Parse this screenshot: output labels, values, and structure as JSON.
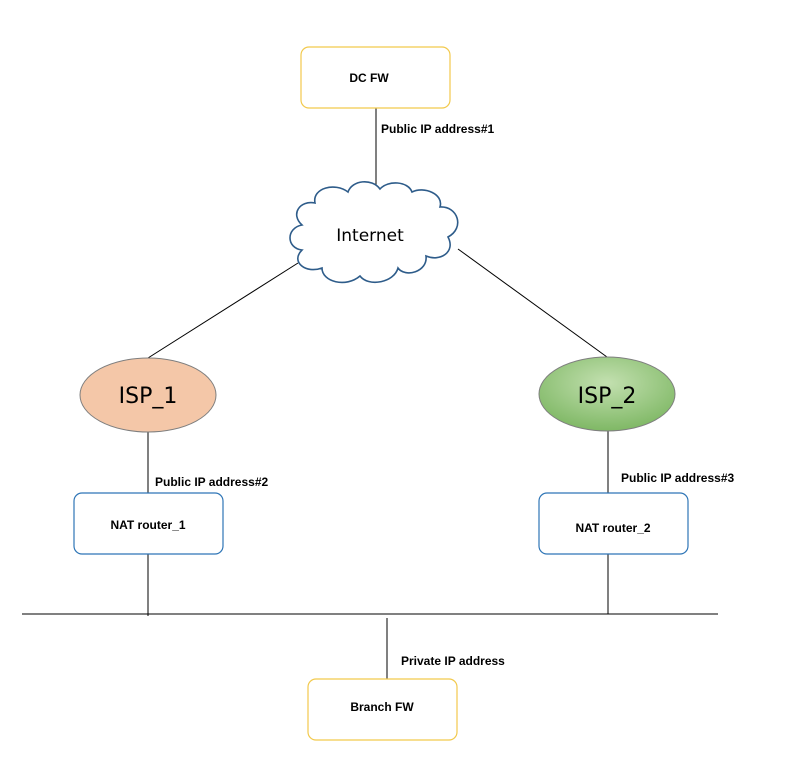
{
  "nodes": {
    "dc_fw": {
      "label": "DC FW"
    },
    "internet": {
      "label": "Internet"
    },
    "isp_1": {
      "label": "ISP_1"
    },
    "isp_2": {
      "label": "ISP_2"
    },
    "nat_router_1": {
      "label": "NAT router_1"
    },
    "nat_router_2": {
      "label": "NAT router_2"
    },
    "branch_fw": {
      "label": "Branch FW"
    }
  },
  "edge_labels": {
    "public_ip_1": "Public IP address#1",
    "public_ip_2": "Public IP address#2",
    "public_ip_3": "Public IP address#3",
    "private_ip": "Private IP address"
  },
  "colors": {
    "fw_border": "#f2c94c",
    "nat_border": "#2e75b6",
    "cloud_border": "#2e5c8a",
    "isp_1_fill": "#f4c7a8",
    "isp_2_fill_light": "#c3e0b0",
    "isp_2_fill_dark": "#7fb865"
  }
}
